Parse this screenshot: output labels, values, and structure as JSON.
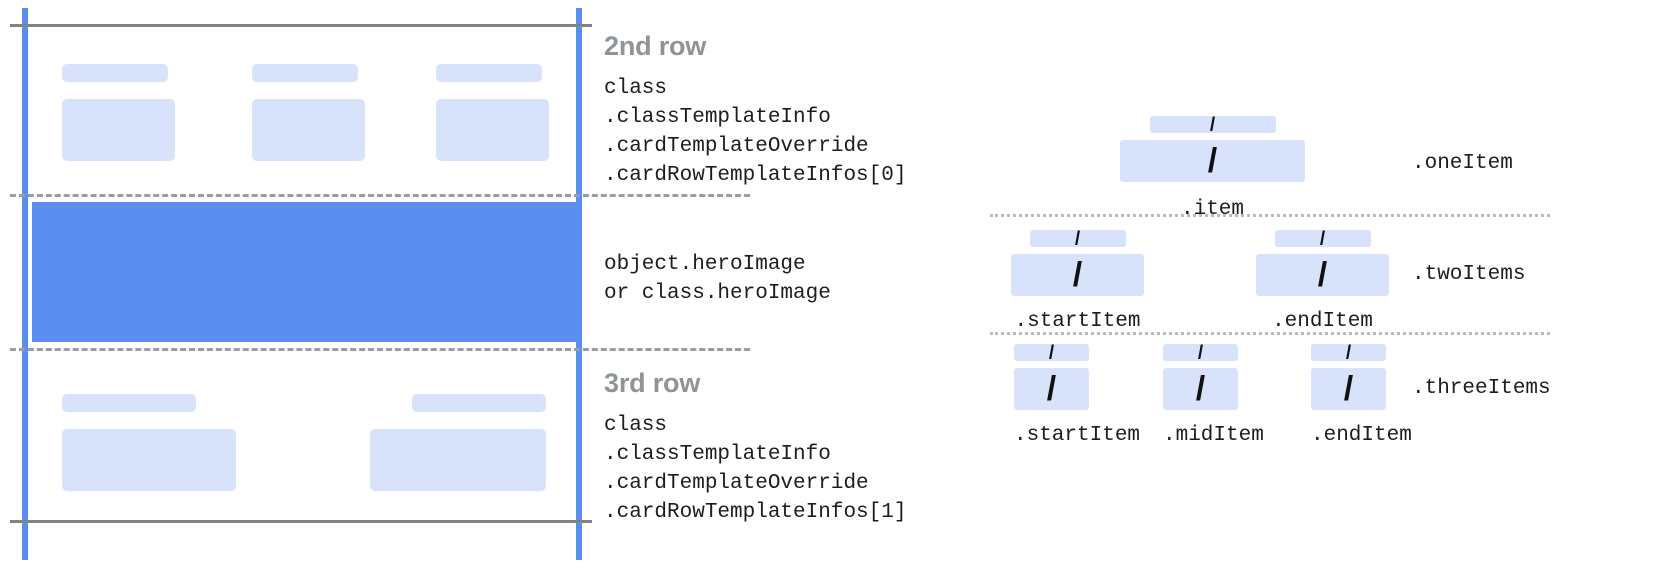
{
  "theme": {
    "accent_blue": "#5b8def",
    "block_blue": "#d8e2fb",
    "heading_gray": "#8f9499",
    "rule_gray": "#808285",
    "dash_gray": "#9a9da1",
    "dot_gray": "#b8bbbf",
    "code_text": "#1d1d1d"
  },
  "card_mock": {
    "row2": {
      "name": "second-row",
      "blocks": [
        {
          "pill": true,
          "body": true
        },
        {
          "pill": true,
          "body": true
        },
        {
          "pill": true,
          "body": true
        }
      ]
    },
    "hero": {
      "name": "hero-image-band"
    },
    "row3": {
      "name": "third-row",
      "blocks": [
        {
          "pill": true,
          "body": true
        },
        {
          "pill": true,
          "body": true
        }
      ]
    }
  },
  "annotations": {
    "second_row": {
      "heading": "2nd row",
      "code_lines": [
        "class",
        ".classTemplateInfo",
        ".cardTemplateOverride",
        ".cardRowTemplateInfos[0]"
      ]
    },
    "hero": {
      "code_lines": [
        "object.heroImage",
        "or class.heroImage"
      ]
    },
    "third_row": {
      "heading": "3rd row",
      "code_lines": [
        "class",
        ".classTemplateInfo",
        ".cardTemplateOverride",
        ".cardRowTemplateInfos[1]"
      ]
    }
  },
  "diagram": {
    "slash_glyph": "/",
    "rows": [
      {
        "name": "one-item-row",
        "row_label": ".oneItem",
        "items": [
          {
            "label": ".item"
          }
        ]
      },
      {
        "name": "two-items-row",
        "row_label": ".twoItems",
        "items": [
          {
            "label": ".startItem"
          },
          {
            "label": ".endItem"
          }
        ]
      },
      {
        "name": "three-items-row",
        "row_label": ".threeItems",
        "items": [
          {
            "label": ".startItem"
          },
          {
            "label": ".midItem"
          },
          {
            "label": ".endItem"
          }
        ]
      }
    ]
  }
}
